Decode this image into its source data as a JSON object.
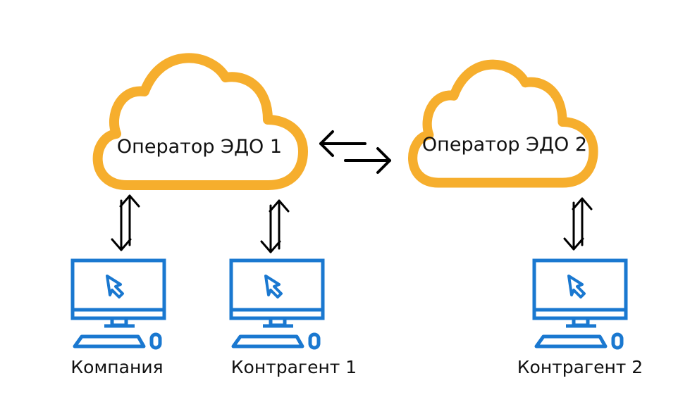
{
  "colors": {
    "cloud": "#F6AE2D",
    "computer": "#1A78D0",
    "arrow": "#000000",
    "text": "#111111"
  },
  "operators": [
    {
      "label": "Оператор ЭДО 1"
    },
    {
      "label": "Оператор ЭДО 2"
    }
  ],
  "computers": [
    {
      "label": "Компания",
      "icon": "computer-icon"
    },
    {
      "label": "Контрагент 1",
      "icon": "computer-icon"
    },
    {
      "label": "Контрагент 2",
      "icon": "computer-icon"
    }
  ],
  "links": [
    {
      "from": "computers.0",
      "to": "operators.0",
      "direction": "bidirectional"
    },
    {
      "from": "computers.1",
      "to": "operators.0",
      "direction": "bidirectional"
    },
    {
      "from": "computers.2",
      "to": "operators.1",
      "direction": "bidirectional"
    },
    {
      "from": "operators.0",
      "to": "operators.1",
      "direction": "bidirectional"
    }
  ]
}
